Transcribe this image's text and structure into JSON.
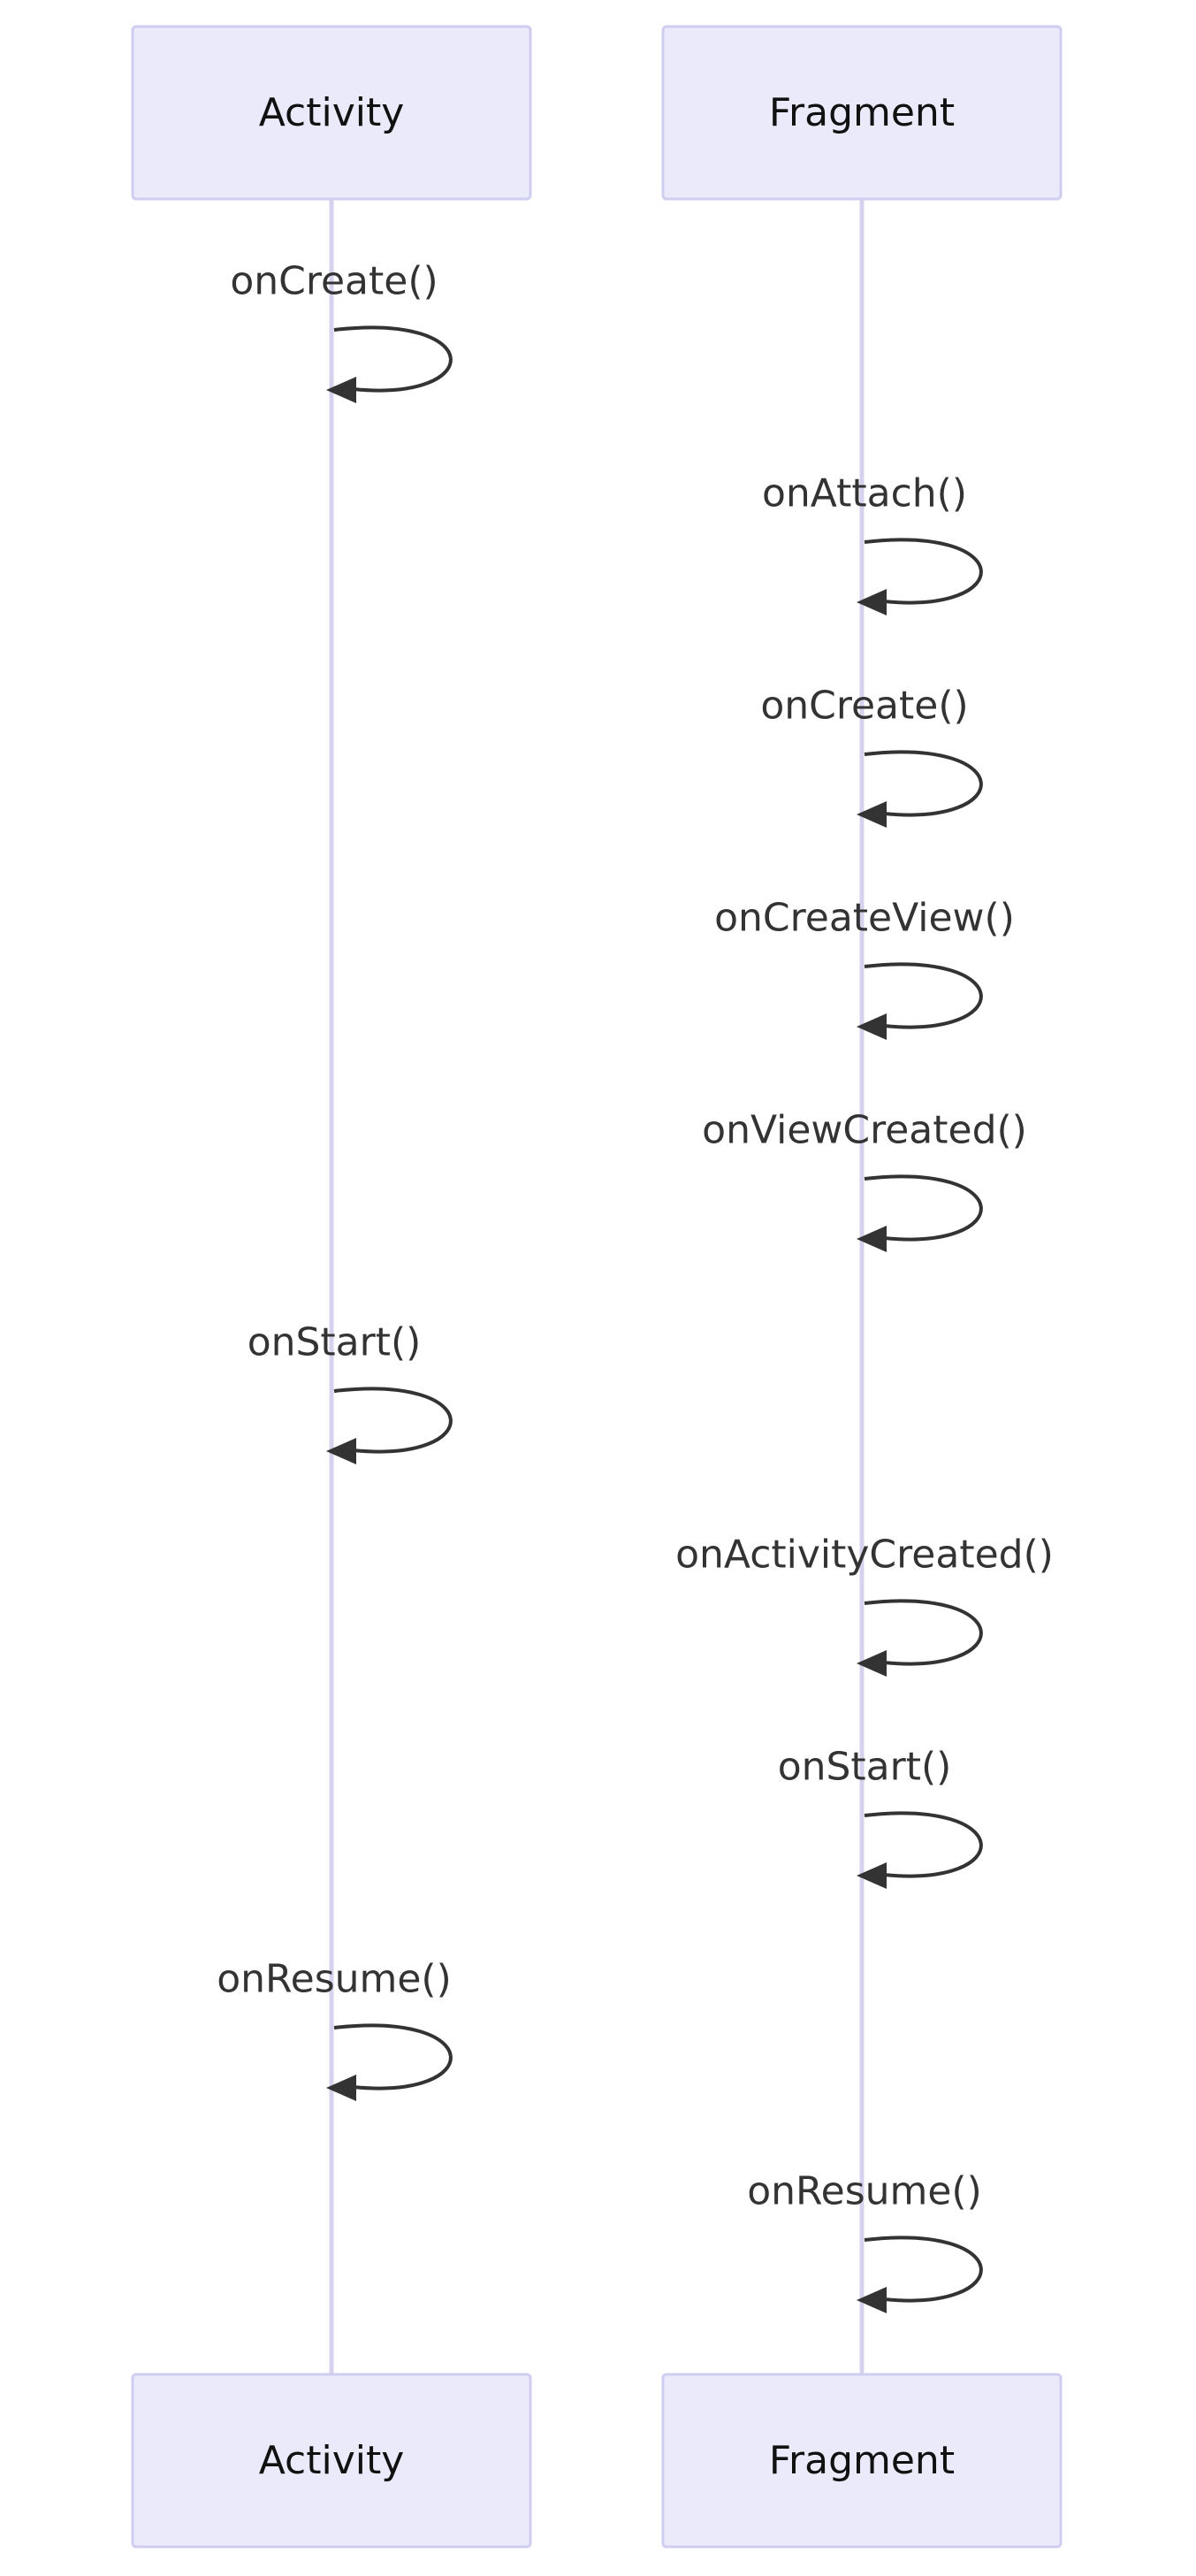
{
  "diagram": {
    "type": "sequence",
    "participants": [
      {
        "id": "activity",
        "label": "Activity"
      },
      {
        "id": "fragment",
        "label": "Fragment"
      }
    ],
    "messages": [
      {
        "from": "activity",
        "to": "activity",
        "label": "onCreate()"
      },
      {
        "from": "fragment",
        "to": "fragment",
        "label": "onAttach()"
      },
      {
        "from": "fragment",
        "to": "fragment",
        "label": "onCreate()"
      },
      {
        "from": "fragment",
        "to": "fragment",
        "label": "onCreateView()"
      },
      {
        "from": "fragment",
        "to": "fragment",
        "label": "onViewCreated()"
      },
      {
        "from": "activity",
        "to": "activity",
        "label": "onStart()"
      },
      {
        "from": "fragment",
        "to": "fragment",
        "label": "onActivityCreated()"
      },
      {
        "from": "fragment",
        "to": "fragment",
        "label": "onStart()"
      },
      {
        "from": "activity",
        "to": "activity",
        "label": "onResume()"
      },
      {
        "from": "fragment",
        "to": "fragment",
        "label": "onResume()"
      }
    ]
  }
}
